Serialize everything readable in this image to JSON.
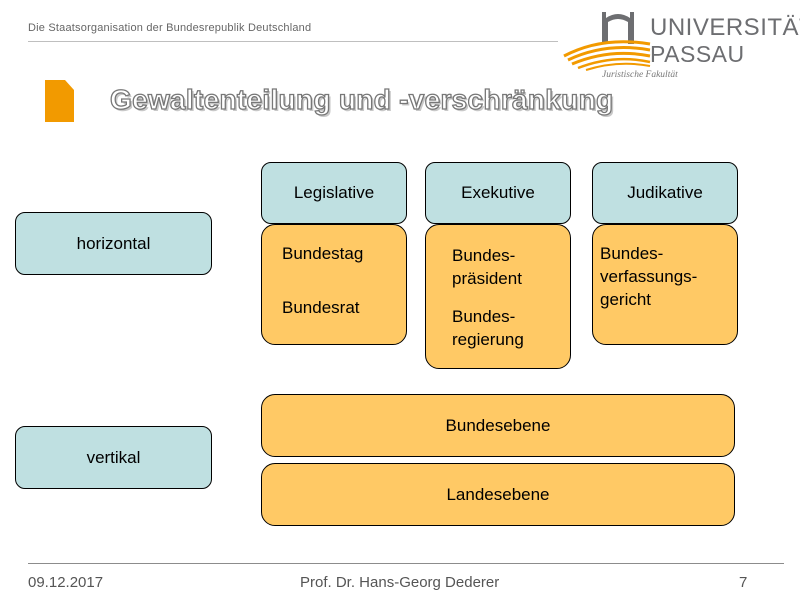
{
  "header": {
    "subtitle": "Die Staatsorganisation der Bundesrepublik Deutschland",
    "logo": {
      "name_line1": "UNIVERSITÄT",
      "name_line2": "PASSAU",
      "faculty": "Juristische Fakultät",
      "brand_color": "#f29a00",
      "text_color": "#6d6e71"
    }
  },
  "slide": {
    "title": "Gewaltenteilung und -verschränkung",
    "bullet_color": "#f29a00"
  },
  "diagram": {
    "row_labels": {
      "horizontal": "horizontal",
      "vertical": "vertikal"
    },
    "columns": [
      {
        "header": "Legislative",
        "items": [
          "Bundestag",
          "Bundesrat"
        ]
      },
      {
        "header": "Exekutive",
        "items": [
          "Bundes-",
          "präsident",
          "Bundes-",
          "regierung"
        ]
      },
      {
        "header": "Judikative",
        "items": [
          "Bundes-",
          "verfassungs-",
          "gericht"
        ]
      }
    ],
    "levels": [
      "Bundesebene",
      "Landesebene"
    ],
    "colors": {
      "header_fill": "#bfe0e1",
      "content_fill": "#ffc965"
    }
  },
  "footer": {
    "date": "09.12.2017",
    "author": "Prof. Dr. Hans-Georg Dederer",
    "page": "7"
  }
}
